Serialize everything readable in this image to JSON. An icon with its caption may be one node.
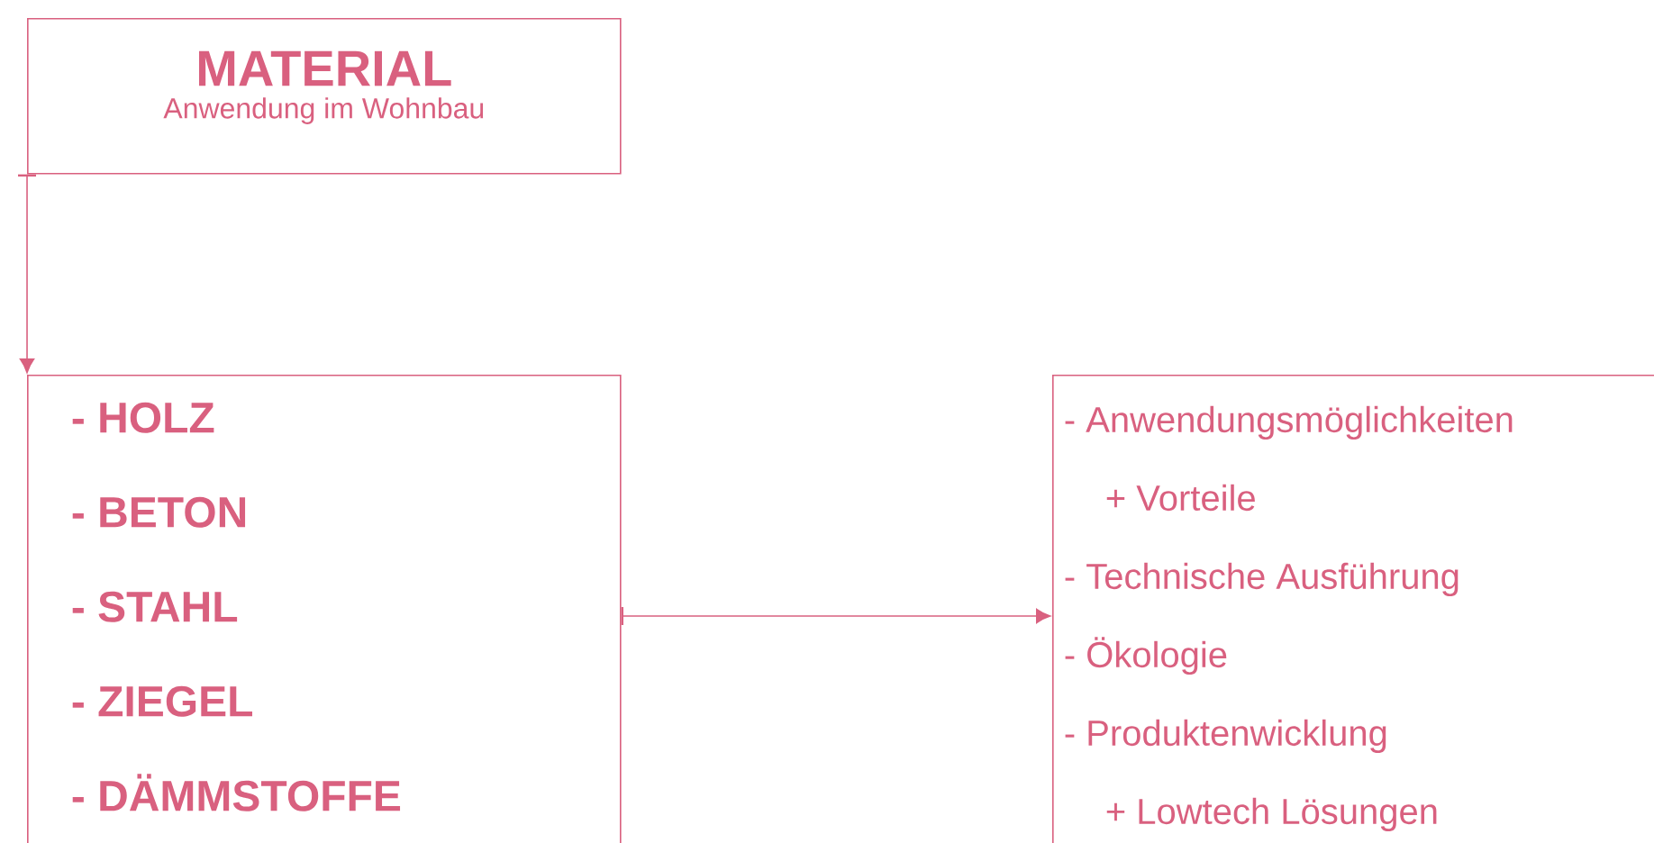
{
  "diagram": {
    "nodes": [
      {
        "text": [
          "MATERIAL",
          "Anwendung im Wohnbau"
        ]
      },
      {
        "text": [
          "- HOLZ",
          "- BETON",
          "- STAHL",
          "- ZIEGEL",
          "- DÄMMSTOFFE"
        ]
      },
      {
        "text": [
          "- Anwendungsmöglichkeiten",
          "+ Vorteile",
          "- Technische Ausführung",
          "- Ökologie",
          "- Produktenwicklung",
          "+ Lowtech Lösungen"
        ]
      }
    ],
    "edges": [
      {
        "from": 0,
        "to": 1,
        "arrow": "to"
      },
      {
        "from": 1,
        "to": 2,
        "arrow": "to"
      }
    ]
  }
}
